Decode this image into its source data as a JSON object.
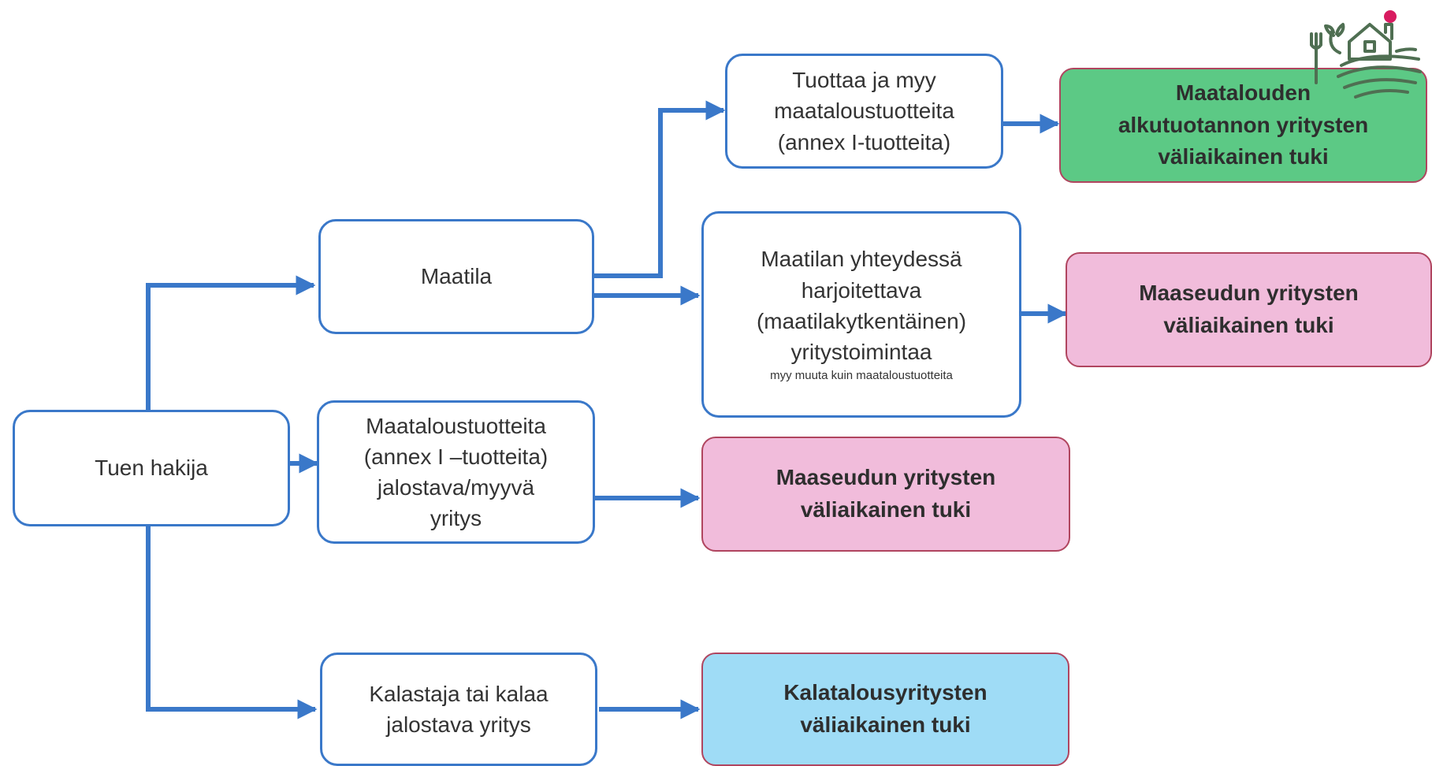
{
  "diagram": {
    "root": {
      "label": "Tuen hakija"
    },
    "branches": {
      "maatila": {
        "label": "Maatila"
      },
      "processor": {
        "label": "Maataloustuotteita\n(annex I –tuotteita)\njalostava/myyvä\nyritys"
      },
      "fisher": {
        "label": "Kalastaja tai kalaa\njalostava yritys"
      }
    },
    "activities": {
      "primary": {
        "label": "Tuottaa ja myy\nmaataloustuotteita\n(annex I-tuotteita)"
      },
      "farm_linked": {
        "label": "Maatilan yhteydessä\nharjoitettava\n(maatilakytkentäinen)\nyritystoimintaa",
        "note": "myy muuta kuin maataloustuotteita"
      }
    },
    "outcomes": {
      "agri": {
        "label": "Maatalouden\nalkutuotannon yritysten\nväliaikainen tuki",
        "color": "#5cc985"
      },
      "rural_a": {
        "label": "Maaseudun yritysten\nväliaikainen tuki",
        "color": "#f1bcdb"
      },
      "rural_b": {
        "label": "Maaseudun yritysten\nväliaikainen tuki",
        "color": "#f1bcdb"
      },
      "fish": {
        "label": "Kalatalousyritysten\nväliaikainen tuki",
        "color": "#9fdcf6"
      }
    },
    "colors": {
      "connector": "#3a78c9",
      "node_border": "#3a78c9",
      "outcome_border": "#b0455f",
      "logo_dot": "#d81b60"
    }
  }
}
